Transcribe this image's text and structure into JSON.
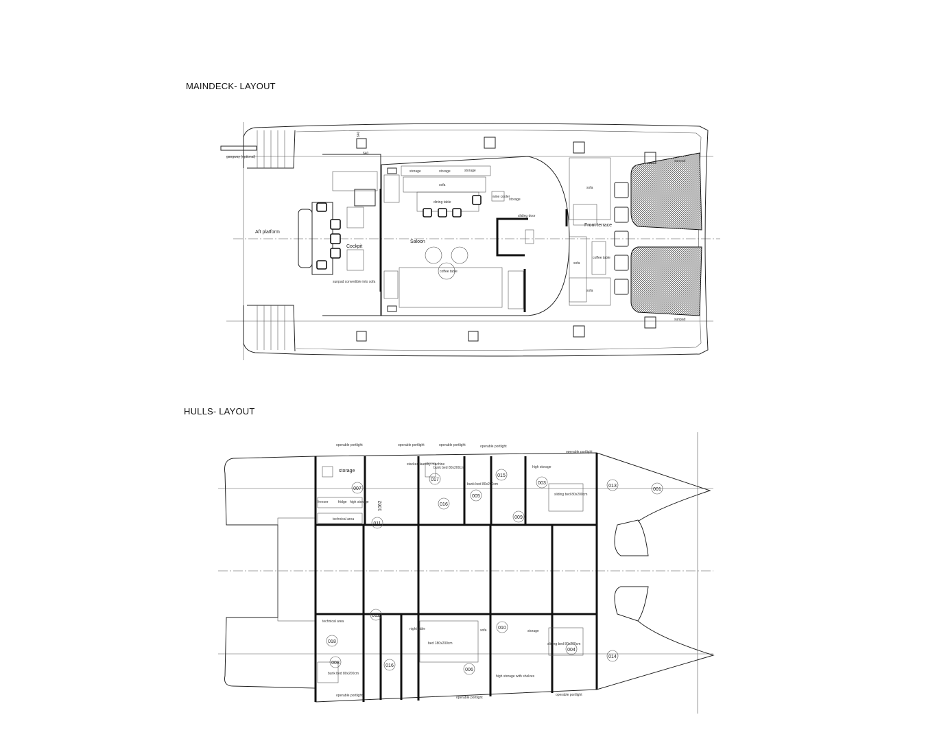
{
  "maindeck": {
    "title": "MAINDECK- LAYOUT",
    "labels": {
      "aft_platform": "Aft platform",
      "cockpit": "Cockpit",
      "saloon": "Saloon",
      "storage": "storage",
      "sofa": "sofa",
      "dining_table": "dining table",
      "coffee_table": "coffee table",
      "sliding_door": "sliding door",
      "front_terrace": "Front terrace",
      "wine_cooler": "wine cooler",
      "sunpad": "sunpad",
      "sunpad_sofa": "sunpad convertible into sofa",
      "gangway": "gangway (optional)",
      "dim_a": "640",
      "dim_b": "640"
    }
  },
  "hulls": {
    "title": "HULLS- LAYOUT",
    "cabins": [
      "007",
      "017",
      "005",
      "015",
      "003",
      "013",
      "001",
      "011",
      "016",
      "009",
      "018",
      "012",
      "010",
      "008",
      "016",
      "006",
      "004",
      "014"
    ],
    "labels": {
      "portlight": "operable portlight",
      "bunk_bed": "bunk bed 80x200cm",
      "sliding_bed": "sliding bed 80x200cm",
      "double_bed": "bed 180x200cm",
      "technical_area": "technical area",
      "freezer": "freezer",
      "fridge": "fridge",
      "high_storage": "high storage",
      "storage": "storage",
      "laundry": "stacked laundry machine",
      "dim": "1062",
      "sofa": "sofa",
      "night_table": "night table",
      "high_storage_shelves": "high storage with shelves"
    }
  },
  "colors": {
    "line": "#222222",
    "background": "#ffffff",
    "trampoline": "#888888"
  }
}
